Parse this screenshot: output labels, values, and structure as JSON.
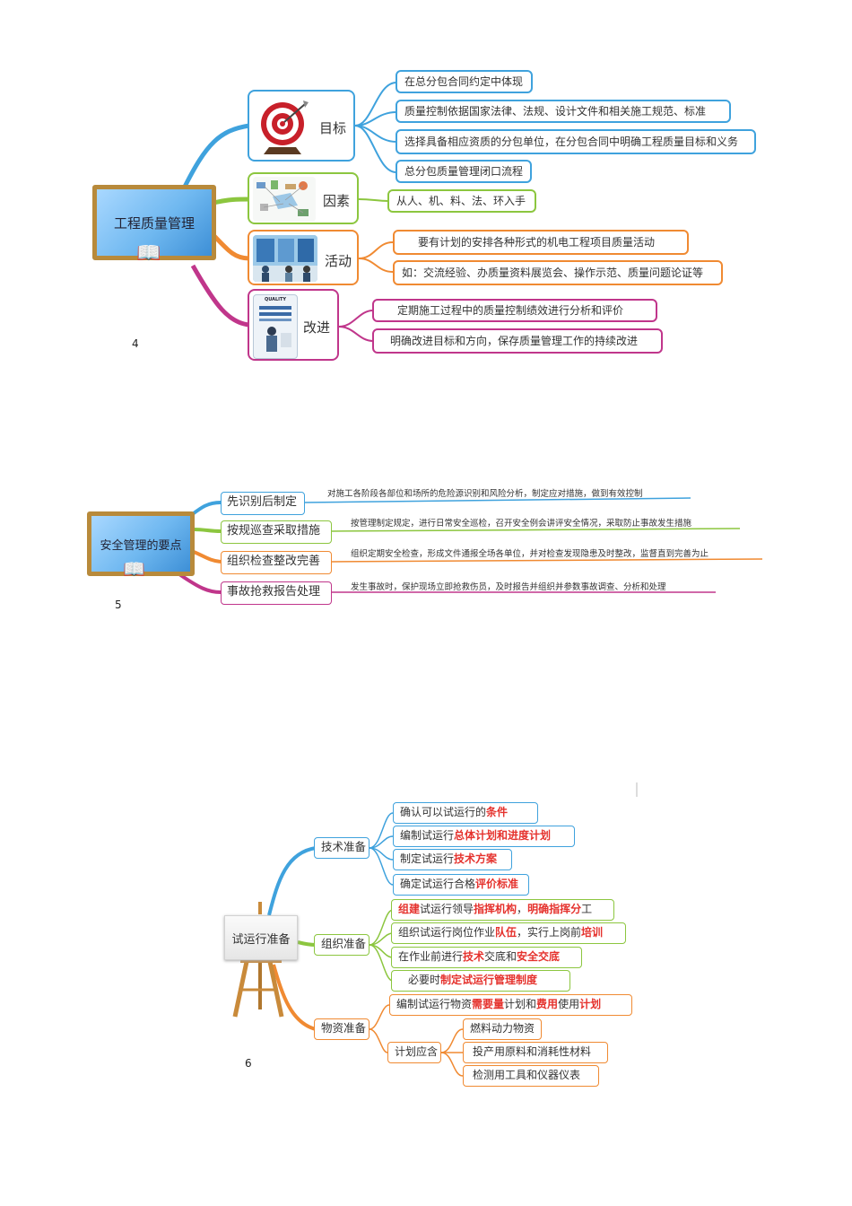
{
  "colors": {
    "blue": "#3fa2dd",
    "green": "#8cc63f",
    "orange": "#f08a32",
    "magenta": "#c0368b",
    "highlight": "#e5322d"
  },
  "map4": {
    "number": "4",
    "center": "工程质量管理",
    "branches": [
      {
        "label": "目标",
        "icon": "target-icon",
        "items": [
          "在总分包合同约定中体现",
          "质量控制依据国家法律、法规、设计文件和相关施工规范、标准",
          "选择具备相应资质的分包单位，在分包合同中明确工程质量目标和义务",
          "总分包质量管理闭口流程"
        ]
      },
      {
        "label": "因素",
        "icon": "factors-illustration-icon",
        "items": [
          "从人、机、料、法、环入手"
        ]
      },
      {
        "label": "活动",
        "icon": "activity-photo-icon",
        "items": [
          "要有计划的安排各种形式的机电工程项目质量活动",
          "如：交流经验、办质量资料展览会、操作示范、质量问题论证等"
        ]
      },
      {
        "label": "改进",
        "icon": "quality-poster-icon",
        "poster_title": "QUALITY",
        "items": [
          "定期施工过程中的质量控制绩效进行分析和评价",
          "明确改进目标和方向，保存质量管理工作的持续改进"
        ]
      }
    ]
  },
  "map5": {
    "number": "5",
    "center": "安全管理的要点",
    "branches": [
      {
        "label": "先识别后制定",
        "note": "对施工各阶段各部位和场所的危险源识别和风险分析，制定应对措施，做到有效控制"
      },
      {
        "label": "按规巡查采取措施",
        "note": "按管理制定规定，进行日常安全巡检，召开安全例会讲评安全情况，采取防止事故发生措施"
      },
      {
        "label": "组织检查整改完善",
        "note": "组织定期安全检查，形成文件通报全场各单位，并对检查发现隐患及时整改，监督直到完善为止"
      },
      {
        "label": "事故抢救报告处理",
        "note": "发生事故时，保护现场立即抢救伤员，及时报告并组织并参数事故调查、分析和处理"
      }
    ]
  },
  "map6": {
    "number": "6",
    "center": "试运行准备",
    "branches": [
      {
        "label": "技术准备",
        "items": [
          [
            {
              "t": "确认可以试运行的"
            },
            {
              "t": "条件",
              "h": true
            }
          ],
          [
            {
              "t": "编制试运行"
            },
            {
              "t": "总体计划和进度计划",
              "h": true
            }
          ],
          [
            {
              "t": "制定试运行"
            },
            {
              "t": "技术方案",
              "h": true
            }
          ],
          [
            {
              "t": "确定试运行合格"
            },
            {
              "t": "评价标准",
              "h": true
            }
          ]
        ]
      },
      {
        "label": "组织准备",
        "items": [
          [
            {
              "t": "组建",
              "h": true
            },
            {
              "t": "试运行领导"
            },
            {
              "t": "指挥机构",
              "h": true
            },
            {
              "t": "，"
            },
            {
              "t": "明确指挥分",
              "h": true
            },
            {
              "t": "工"
            }
          ],
          [
            {
              "t": "组织试运行岗位作业"
            },
            {
              "t": "队伍",
              "h": true
            },
            {
              "t": "，实行上岗前"
            },
            {
              "t": "培训",
              "h": true
            }
          ],
          [
            {
              "t": "在作业前进行"
            },
            {
              "t": "技术",
              "h": true
            },
            {
              "t": "交底和"
            },
            {
              "t": "安全交底",
              "h": true
            }
          ],
          [
            {
              "t": "必要时"
            },
            {
              "t": "制定试运行管理制度",
              "h": true
            }
          ]
        ]
      },
      {
        "label": "物资准备",
        "items": [
          [
            {
              "t": "编制试运行物资"
            },
            {
              "t": "需要量",
              "h": true
            },
            {
              "t": "计划和"
            },
            {
              "t": "费用",
              "h": true
            },
            {
              "t": "使用"
            },
            {
              "t": "计划",
              "h": true
            }
          ]
        ],
        "sub": {
          "label": "计划应含",
          "items": [
            "燃料动力物资",
            "投产用原料和消耗性材料",
            "检测用工具和仪器仪表"
          ]
        }
      }
    ]
  }
}
